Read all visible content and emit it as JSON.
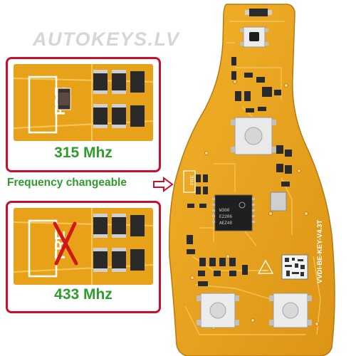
{
  "watermark": "AUTOKEYS.LV",
  "panels": {
    "top": {
      "marking": "FRE",
      "caption": "315 Mhz"
    },
    "bottom": {
      "marking": "FRE",
      "caption": "433 Mhz"
    }
  },
  "middle_label": "Frequency changeable",
  "board": {
    "marking": "FRE",
    "edge_text": "VVDI-BE-KEY-V4.3T",
    "chip_lines": [
      "W300",
      "E2206",
      "AEZ48"
    ]
  },
  "colors": {
    "pcb": "#e8a21a",
    "pcb_dark": "#c98512",
    "frame": "#c8102e",
    "caption": "#2e9d2e"
  },
  "icons": [
    "arrow-right-icon",
    "x-mark-icon",
    "recycle-triangle-icon"
  ]
}
